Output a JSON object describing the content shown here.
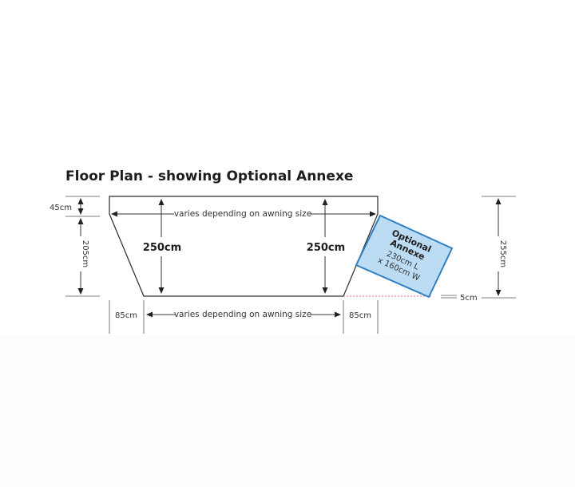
{
  "title": "Floor Plan -  showing Optional Annexe",
  "labels": {
    "top_width": "varies depending on awning size",
    "bottom_width": "varies depending on awning size",
    "depth_left": "250cm",
    "depth_right": "250cm",
    "left_top_height": "45cm",
    "left_height": "205cm",
    "bottom_left_offset": "85cm",
    "bottom_right_offset": "85cm",
    "right_height": "255cm",
    "gap": "5cm"
  },
  "annexe": {
    "title_line1": "Optional",
    "title_line2": "Annexe",
    "size_line1": "230cm L",
    "size_line2": "x 160cm W",
    "fill_color": "#bcdcf4",
    "stroke_color": "#2f7fc1"
  },
  "colors": {
    "dotted_guide": "#e07070"
  }
}
